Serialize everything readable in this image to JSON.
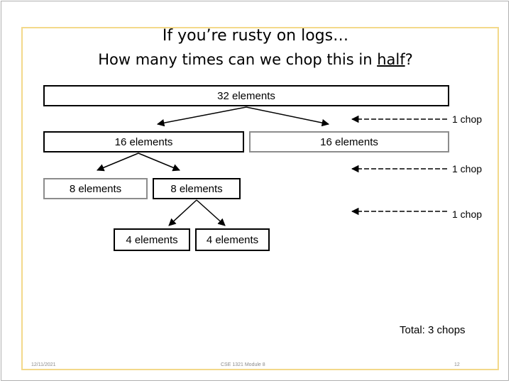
{
  "title": {
    "line1": "If you’re rusty on logs…",
    "line2_before": "How many times can we chop this in ",
    "line2_underlined": "half",
    "line2_after": "?"
  },
  "boxes": {
    "level0": "32 elements",
    "level1_left": "16 elements",
    "level1_right": "16 elements",
    "level2_left": "8 elements",
    "level2_right": "8 elements",
    "level3_left": "4 elements",
    "level3_right": "4 elements"
  },
  "chops": [
    "1 chop",
    "1 chop",
    "1 chop"
  ],
  "total": "Total: 3 chops",
  "footer": {
    "date": "12/11/2021",
    "course": "CSE 1321 Module 8",
    "page": "12"
  },
  "colors": {
    "dark_border": "#000000",
    "gray_border": "#8c8c8c",
    "gold_frame": "#f3d98a"
  }
}
